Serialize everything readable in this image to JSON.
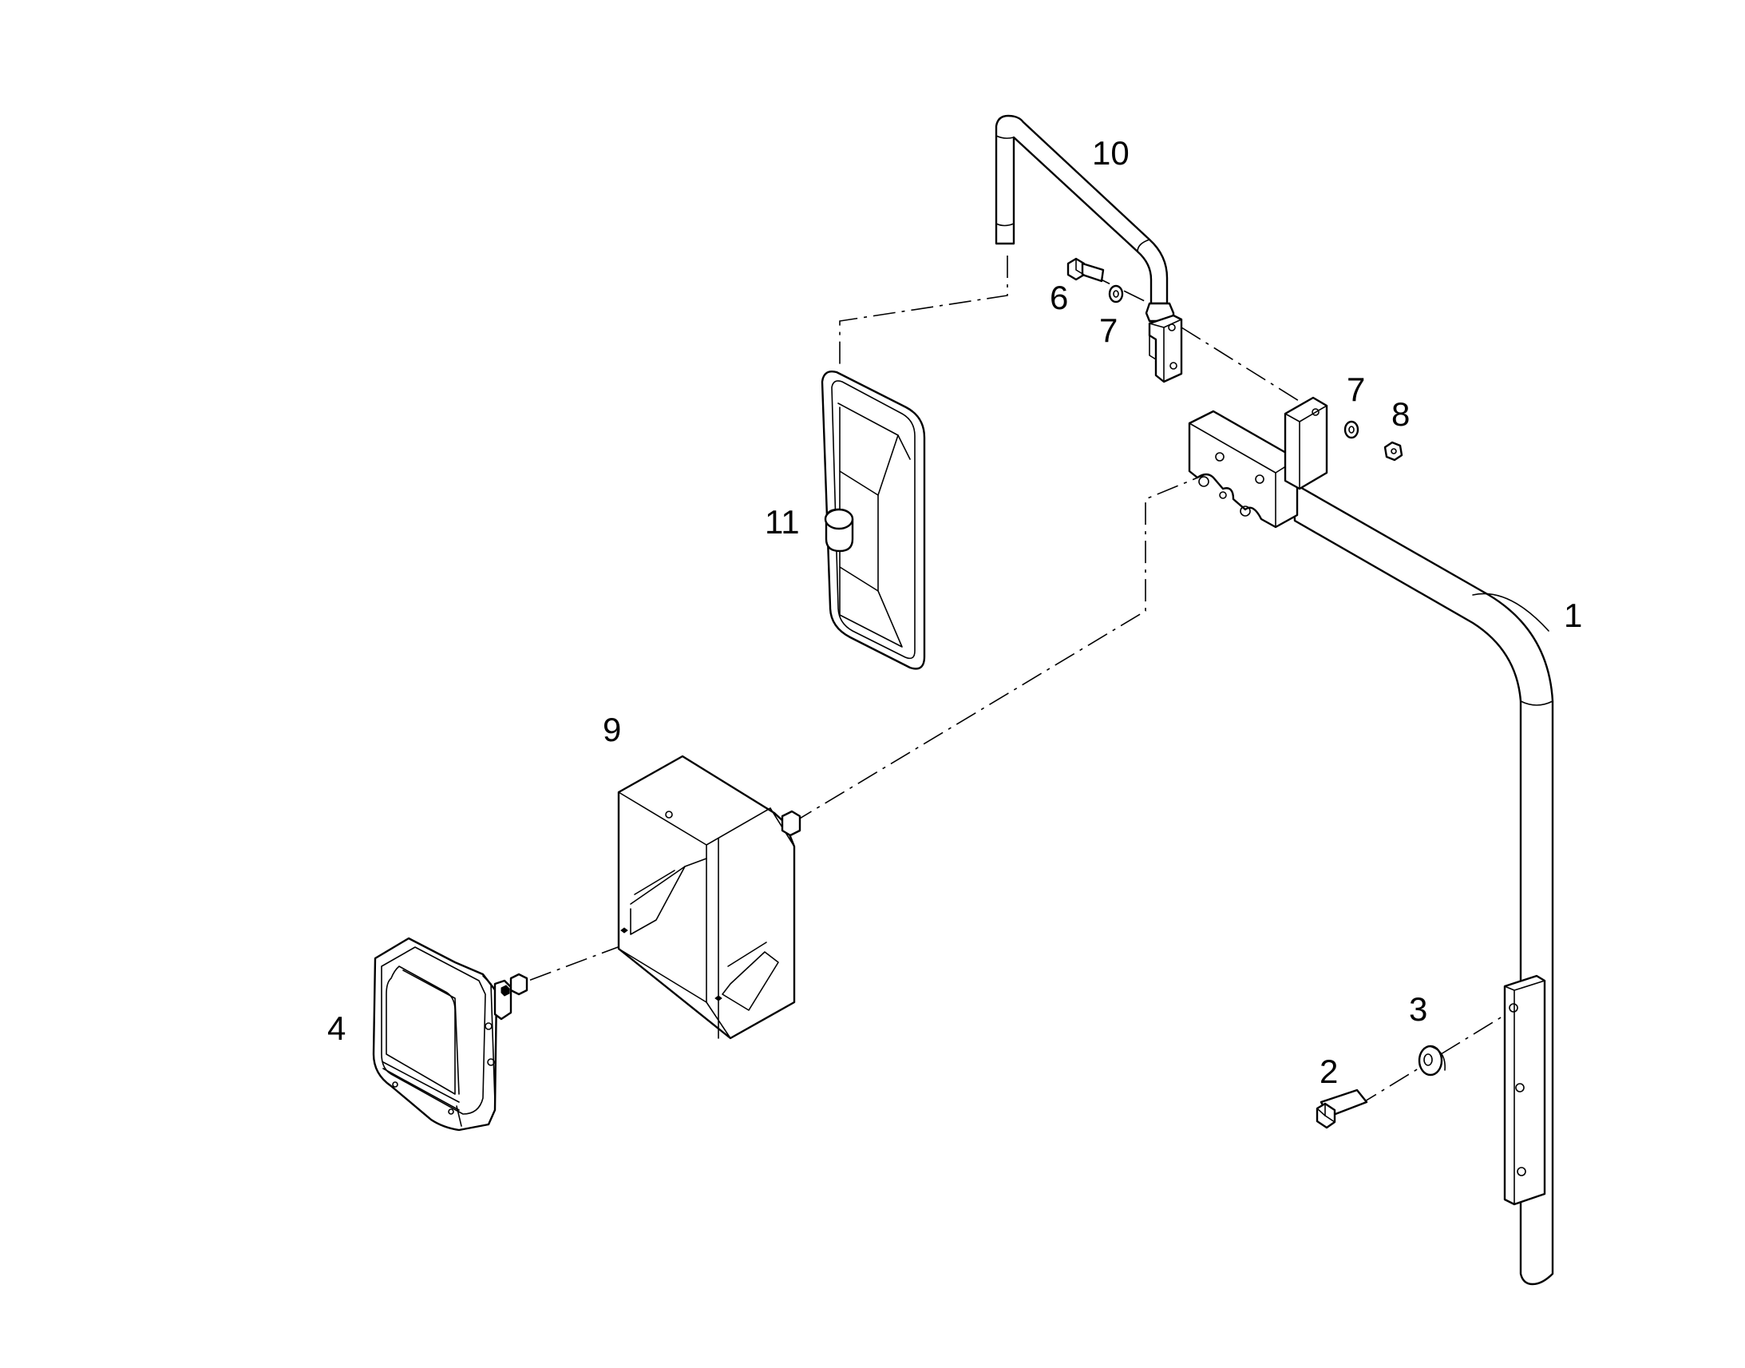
{
  "callouts": {
    "c1": "1",
    "c2": "2",
    "c3": "3",
    "c4": "4",
    "c6": "6",
    "c7a": "7",
    "c7b": "7",
    "c8": "8",
    "c9": "9",
    "c10": "10",
    "c11": "11"
  },
  "colors": {
    "line": "#000000",
    "background": "#ffffff"
  }
}
